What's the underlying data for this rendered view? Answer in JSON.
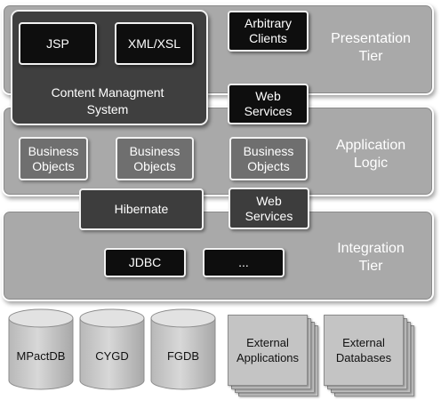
{
  "tiers": {
    "presentation": "Presentation\nTier",
    "application": "Application\nLogic",
    "integration": "Integration\nTier"
  },
  "presentation": {
    "jsp": "JSP",
    "xml_xsl": "XML/XSL",
    "cms": "Content Managment\nSystem",
    "arbitrary_clients": "Arbitrary\nClients",
    "web_services": "Web\nServices"
  },
  "application": {
    "business_objects": [
      "Business\nObjects",
      "Business\nObjects",
      "Business\nObjects"
    ],
    "hibernate": "Hibernate",
    "web_services": "Web\nServices"
  },
  "integration": {
    "jdbc": "JDBC",
    "other": "..."
  },
  "databases": [
    "MPactDB",
    "CYGD",
    "FGDB"
  ],
  "external": [
    "External\nApplications",
    "External\nDatabases"
  ],
  "colors": {
    "tier_fill": "#a9a9a9",
    "box_black": "#0e0e0e",
    "box_dark": "#3d3d3d",
    "box_mid": "#6f6f6f",
    "cylinder_fill": "#c8c8c8",
    "external_fill": "#c4c4c4"
  }
}
